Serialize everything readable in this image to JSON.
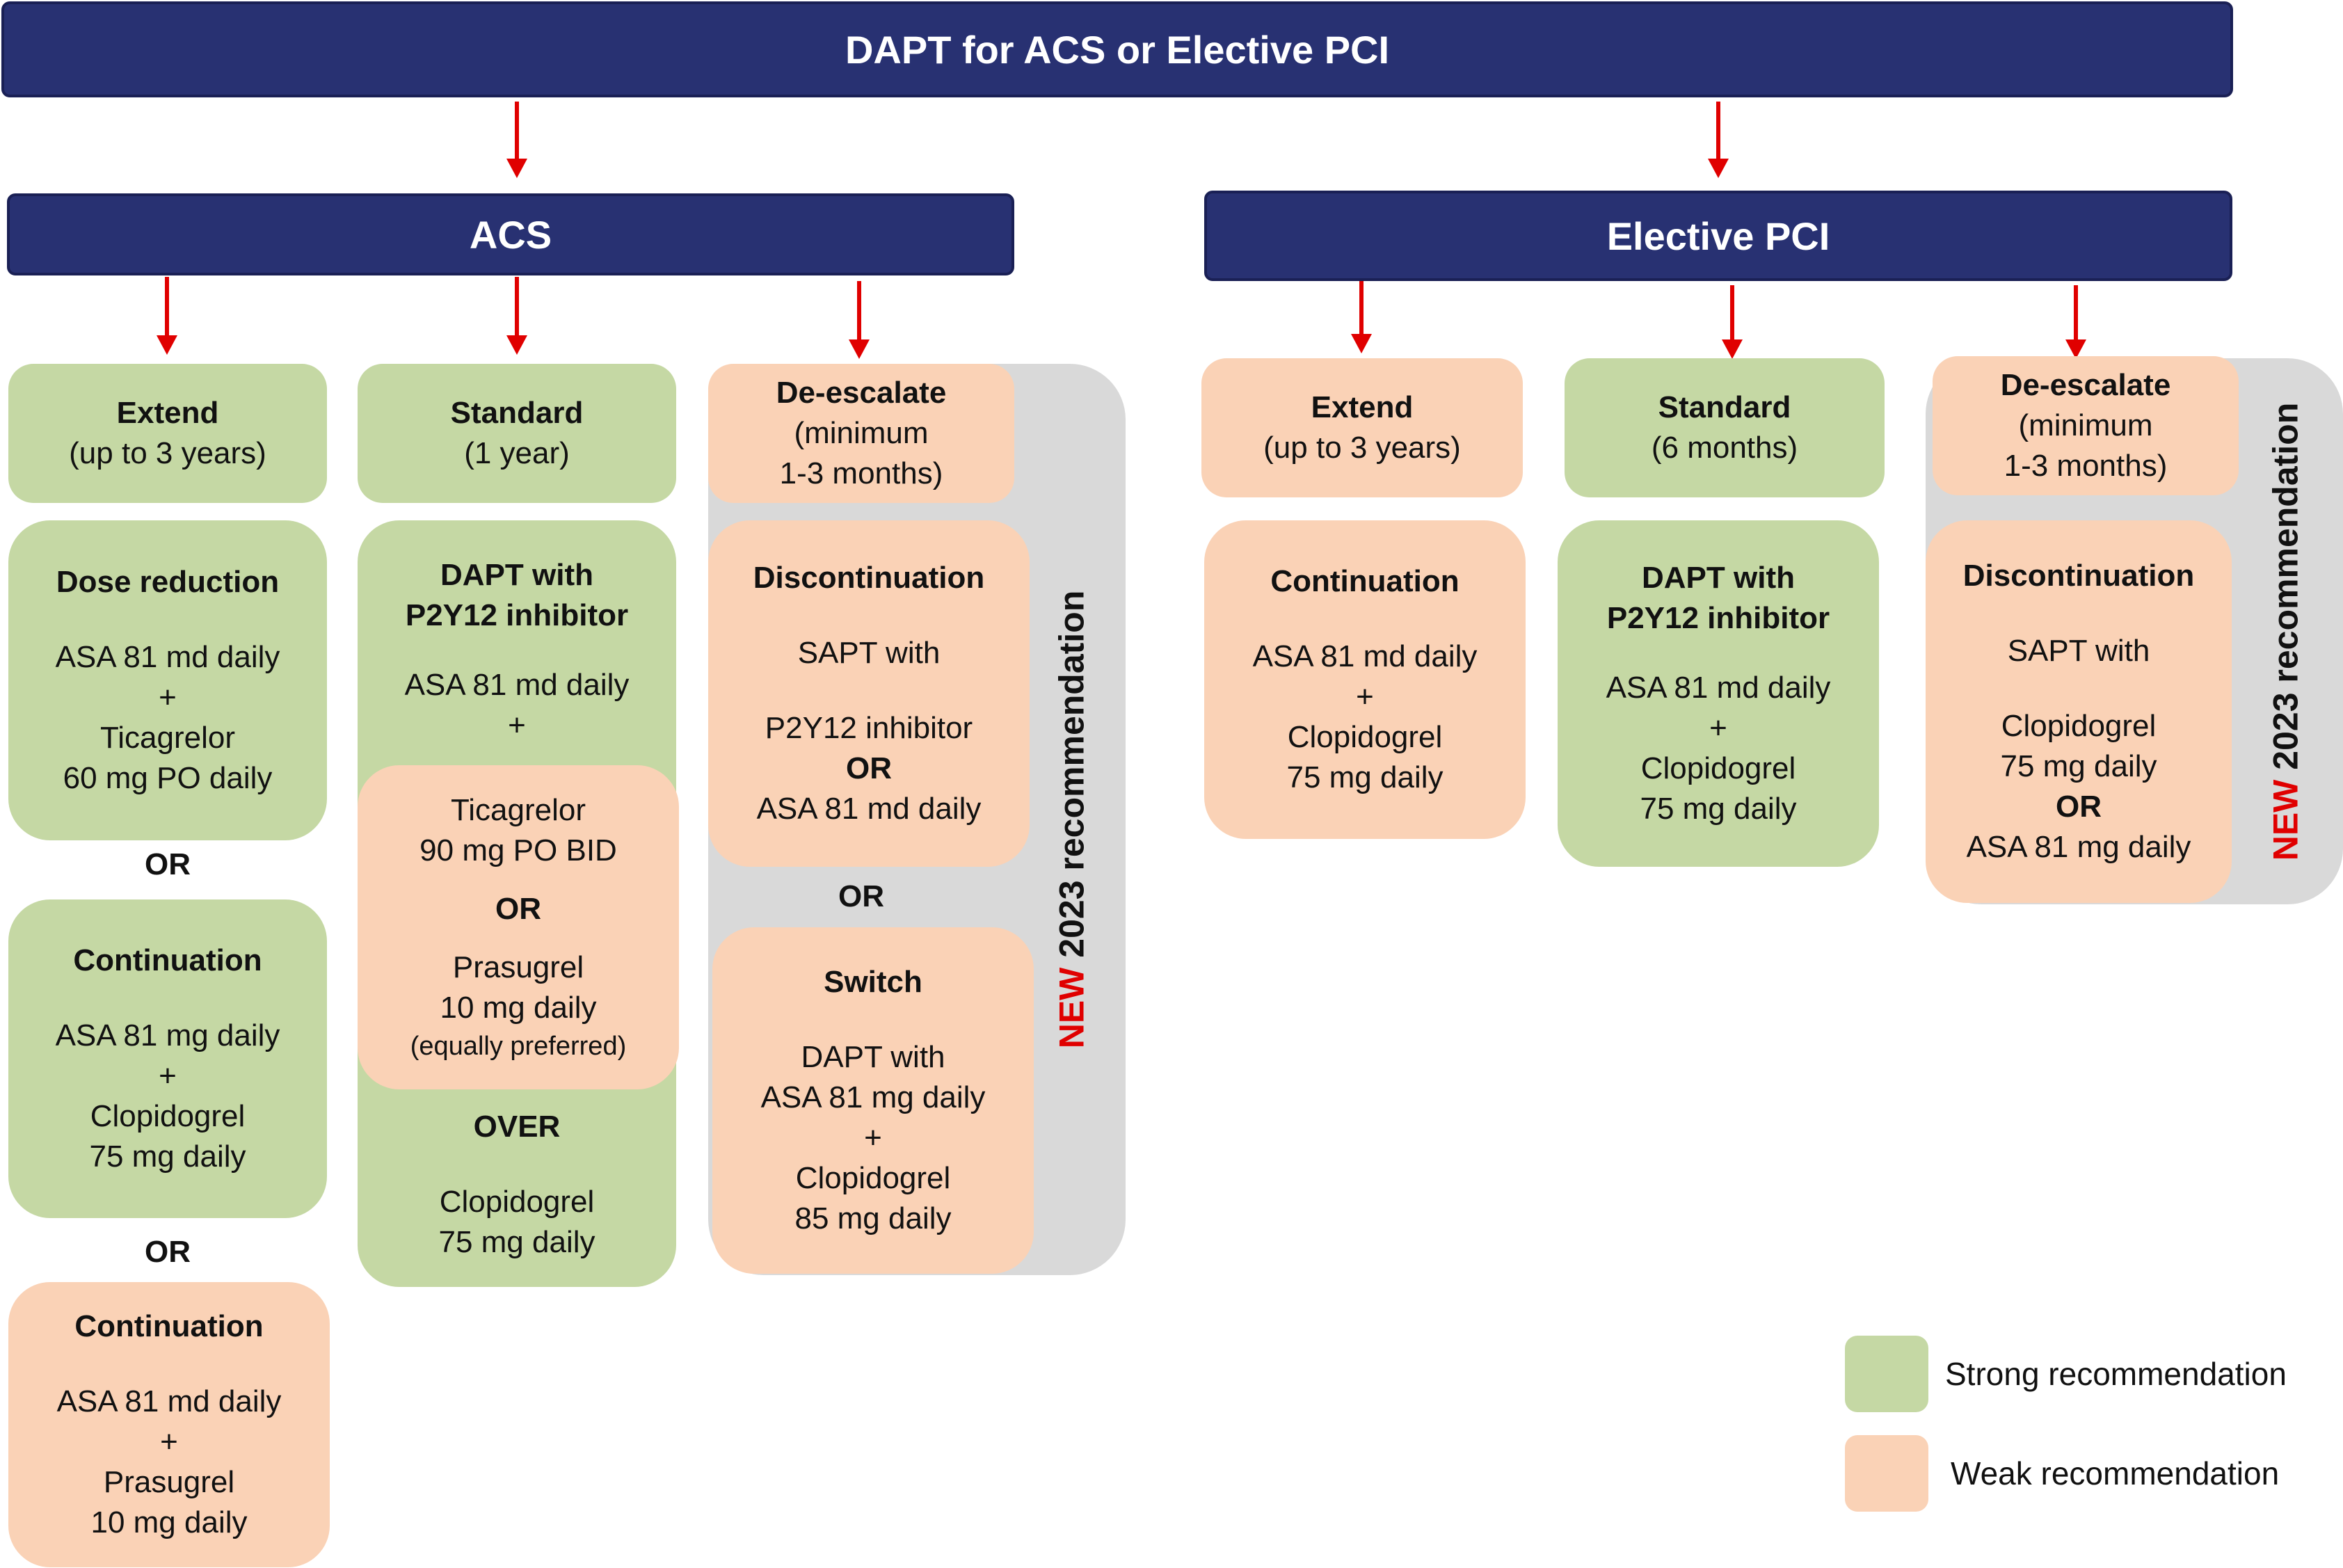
{
  "colors": {
    "header": "#283172",
    "strong": "#c5d8a4",
    "weak": "#fad2b6",
    "panel": "#d9d9d9",
    "arrow": "#e00000"
  },
  "title": "DAPT for ACS or Elective PCI",
  "acs": {
    "title": "ACS",
    "extend": {
      "heading": "Extend",
      "sub": "(up to 3 years)",
      "dose_reduction": {
        "heading": "Dose reduction",
        "line1": "ASA 81 md daily",
        "plus": "+",
        "line2": "Ticagrelor",
        "line3": "60 mg PO daily"
      },
      "or1": "OR",
      "continuation1": {
        "heading": "Continuation",
        "line1": "ASA 81 mg daily",
        "plus": "+",
        "line2": "Clopidogrel",
        "line3": "75 mg daily"
      },
      "or2": "OR",
      "continuation2": {
        "heading": "Continuation",
        "line1": "ASA 81 md daily",
        "plus": "+",
        "line2": "Prasugrel",
        "line3": "10 mg daily"
      }
    },
    "standard": {
      "heading": "Standard",
      "sub": "(1 year)",
      "dapt": {
        "heading1": "DAPT with",
        "heading2": "P2Y12 inhibitor",
        "line1": "ASA 81 md daily",
        "plus": "+",
        "over": "OVER",
        "clop1": "Clopidogrel",
        "clop2": "75 mg daily"
      },
      "inner": {
        "line1": "Ticagrelor",
        "line2": "90 mg PO BID",
        "or": "OR",
        "line3": "Prasugrel",
        "line4": "10 mg daily",
        "note": "(equally preferred)"
      }
    },
    "deescalate": {
      "heading": "De-escalate",
      "sub1": "(minimum",
      "sub2": "1-3 months)",
      "discontinuation": {
        "heading": "Discontinuation",
        "line1": "SAPT with",
        "line2": "P2Y12 inhibitor",
        "or": "OR",
        "line3": "ASA 81 md daily"
      },
      "or": "OR",
      "switch": {
        "heading": "Switch",
        "line1": "DAPT with",
        "line2": "ASA 81 mg daily",
        "plus": "+",
        "line3": "Clopidogrel",
        "line4": "85 mg daily"
      },
      "new_label": "NEW",
      "rec_label": "2023 recommendation"
    }
  },
  "pci": {
    "title": "Elective PCI",
    "extend": {
      "heading": "Extend",
      "sub": "(up to 3 years)",
      "continuation": {
        "heading": "Continuation",
        "line1": "ASA 81 md daily",
        "plus": "+",
        "line2": "Clopidogrel",
        "line3": "75 mg daily"
      }
    },
    "standard": {
      "heading": "Standard",
      "sub": "(6 months)",
      "dapt": {
        "heading1": "DAPT with",
        "heading2": "P2Y12 inhibitor",
        "line1": "ASA 81 md daily",
        "plus": "+",
        "line2": "Clopidogrel",
        "line3": "75 mg daily"
      }
    },
    "deescalate": {
      "heading": "De-escalate",
      "sub1": "(minimum",
      "sub2": "1-3 months)",
      "discontinuation": {
        "heading": "Discontinuation",
        "line1": "SAPT with",
        "line2": "Clopidogrel",
        "line3": "75 mg daily",
        "or": "OR",
        "line4": "ASA 81 mg daily"
      },
      "new_label": "NEW",
      "rec_label": "2023 recommendation"
    }
  },
  "legend": {
    "strong": "Strong recommendation",
    "weak": "Weak recommendation"
  }
}
